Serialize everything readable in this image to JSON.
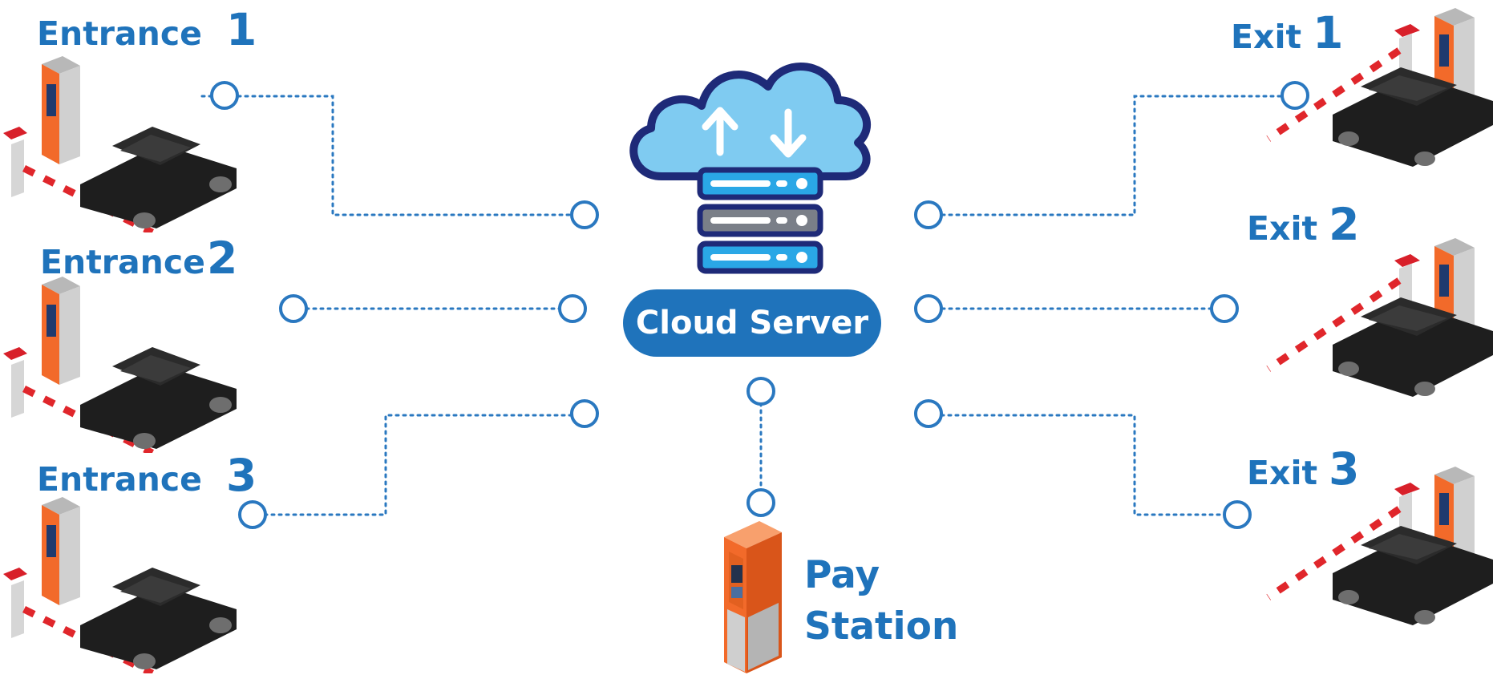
{
  "server": {
    "label": "Cloud Server"
  },
  "entrances": [
    {
      "word": "Entrance",
      "number": "1"
    },
    {
      "word": "Entrance",
      "number": "2"
    },
    {
      "word": "Entrance",
      "number": "3"
    }
  ],
  "exits": [
    {
      "word": "Exit",
      "number": "1"
    },
    {
      "word": "Exit",
      "number": "2"
    },
    {
      "word": "Exit",
      "number": "3"
    }
  ],
  "pay_station": {
    "line1": "Pay",
    "line2": "Station"
  },
  "colors": {
    "accent_blue": "#1f73bb",
    "node_blue": "#2a78c0",
    "cloud_fill": "#7fcbf1",
    "cloud_outline": "#1e2a78",
    "kiosk_orange": "#f26a2a",
    "barrier_red": "#e0262b",
    "car_black": "#1e1e1e"
  },
  "icons": {
    "server": "cloud-server-icon",
    "upload": "arrow-up-icon",
    "download": "arrow-down-icon",
    "entrance": "parking-entrance-icon",
    "exit": "parking-exit-icon",
    "pay": "pay-station-kiosk-icon"
  }
}
